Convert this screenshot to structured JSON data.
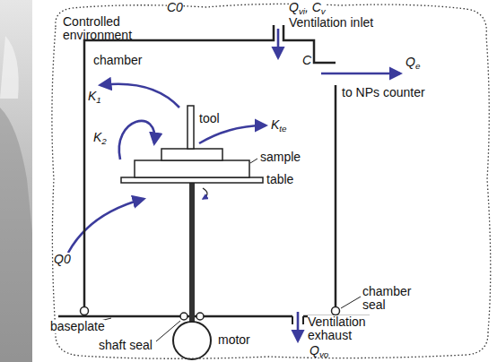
{
  "diagram": {
    "nodes": [
      {
        "text": [
          "Controlled environment",
          "C0"
        ]
      },
      {
        "text": [
          "chamber",
          "C"
        ],
        "in": 0
      }
    ],
    "labels": [
      "Qvi, Cv",
      "Ventilation inlet",
      "Qe",
      "to NPs counter",
      "K1",
      "K2",
      "tool",
      "Kte",
      "sample",
      "table",
      "Q0",
      "chamber seal",
      "baseplate",
      "Ventilation exhaust",
      "Qvo",
      "shaft seal",
      "motor"
    ]
  }
}
